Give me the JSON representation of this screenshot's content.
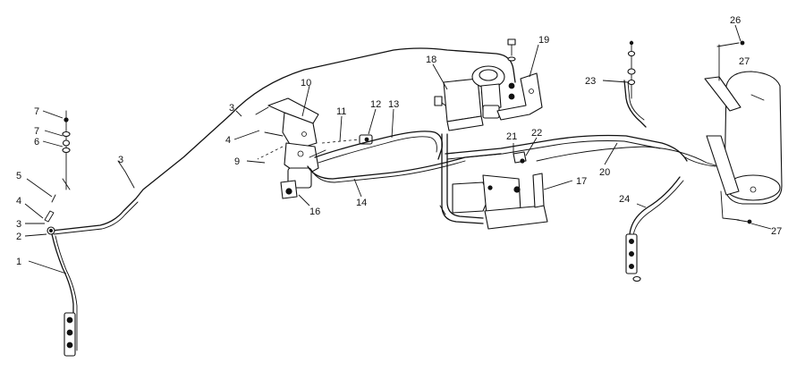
{
  "callouts": [
    {
      "label": "1"
    },
    {
      "label": "2"
    },
    {
      "label": "3"
    },
    {
      "label": "4"
    },
    {
      "label": "5"
    },
    {
      "label": "6"
    },
    {
      "label": "7"
    },
    {
      "label": "7"
    },
    {
      "label": "3"
    },
    {
      "label": "3"
    },
    {
      "label": "4"
    },
    {
      "label": "10"
    },
    {
      "label": "9"
    },
    {
      "label": "16"
    },
    {
      "label": "11"
    },
    {
      "label": "12"
    },
    {
      "label": "13"
    },
    {
      "label": "14"
    },
    {
      "label": "18"
    },
    {
      "label": "19"
    },
    {
      "label": "21"
    },
    {
      "label": "22"
    },
    {
      "label": "17"
    },
    {
      "label": "20"
    },
    {
      "label": "23"
    },
    {
      "label": "24"
    },
    {
      "label": "26"
    },
    {
      "label": "27"
    },
    {
      "label": "27"
    }
  ]
}
